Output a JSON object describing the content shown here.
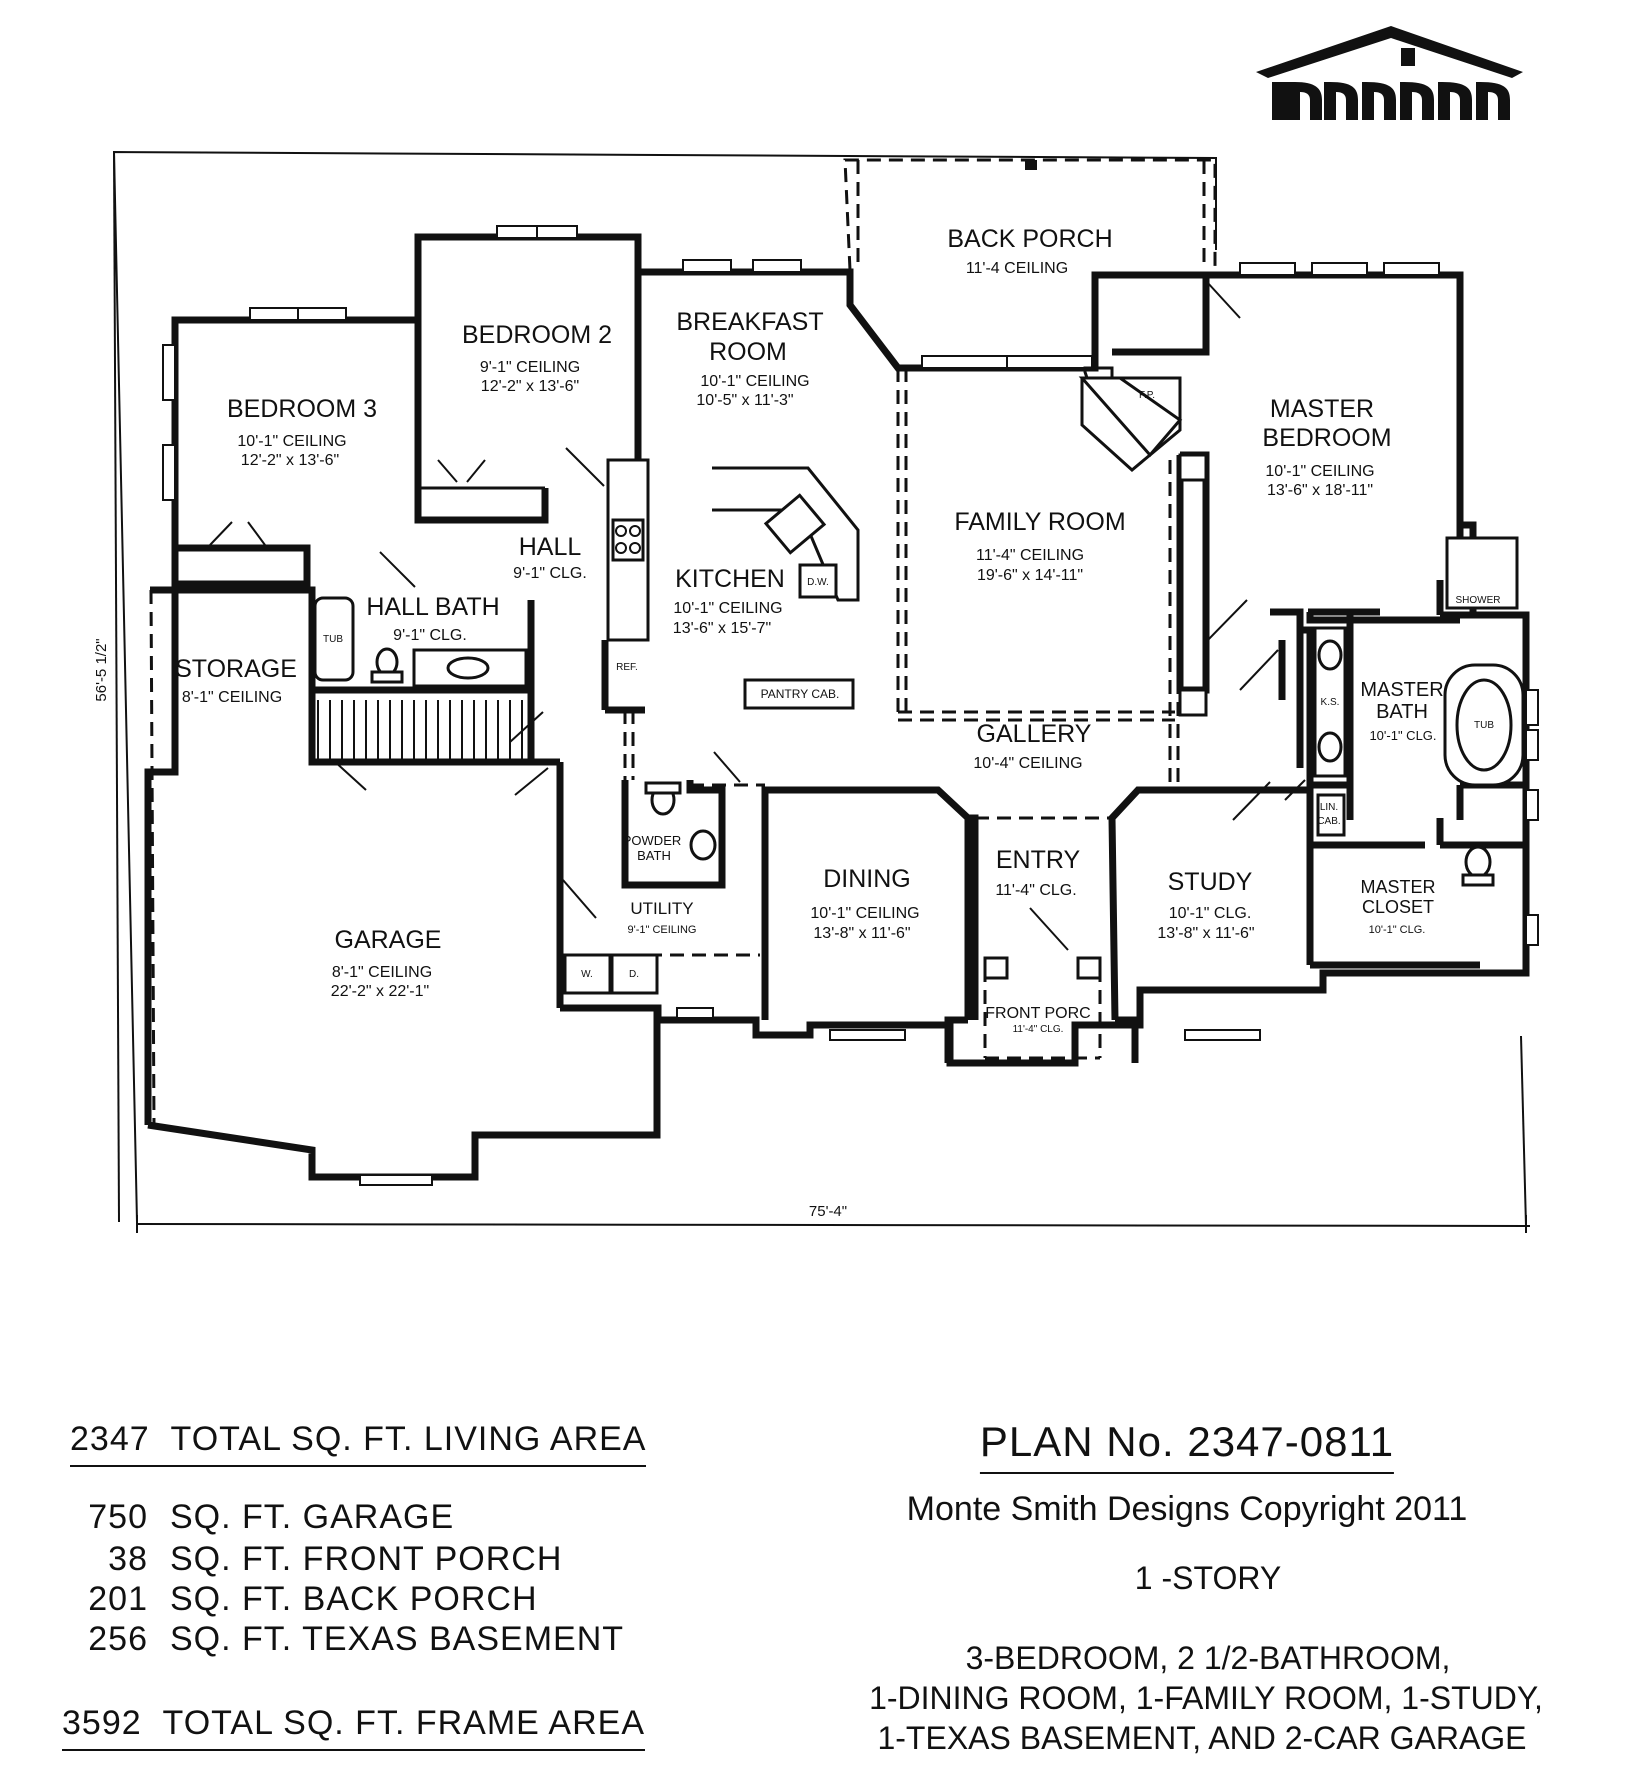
{
  "rooms": {
    "back_porch": {
      "name": "BACK PORCH",
      "ceiling": "11'-4 CEILING"
    },
    "breakfast": {
      "name1": "BREAKFAST",
      "name2": "ROOM",
      "ceiling": "10'-1\" CEILING",
      "size": "10'-5\" x 11'-3\""
    },
    "bedroom2": {
      "name": "BEDROOM 2",
      "ceiling": "9'-1\" CEILING",
      "size": "12'-2\" x 13'-6\""
    },
    "bedroom3": {
      "name": "BEDROOM 3",
      "ceiling": "10'-1\" CEILING",
      "size": "12'-2\" x 13'-6\""
    },
    "master_bedroom": {
      "name1": "MASTER",
      "name2": "BEDROOM",
      "ceiling": "10'-1\" CEILING",
      "size": "13'-6\" x 18'-11\""
    },
    "family_room": {
      "name": "FAMILY ROOM",
      "ceiling": "11'-4\" CEILING",
      "size": "19'-6\" x 14'-11\""
    },
    "hall": {
      "name": "HALL",
      "ceiling": "9'-1\" CLG."
    },
    "hall_bath": {
      "name": "HALL BATH",
      "ceiling": "9'-1\" CLG."
    },
    "kitchen": {
      "name": "KITCHEN",
      "ceiling": "10'-1\" CEILING",
      "size": "13'-6\" x 15'-7\""
    },
    "storage": {
      "name": "STORAGE",
      "ceiling": "8'-1\" CEILING"
    },
    "gallery": {
      "name": "GALLERY",
      "ceiling": "10'-4\" CEILING"
    },
    "master_bath": {
      "name1": "MASTER",
      "name2": "BATH",
      "ceiling": "10'-1\" CLG."
    },
    "powder_bath": {
      "name1": "POWDER",
      "name2": "BATH"
    },
    "utility": {
      "name": "UTILITY",
      "ceiling": "9'-1\" CEILING"
    },
    "dining": {
      "name": "DINING",
      "ceiling": "10'-1\" CEILING",
      "size": "13'-8\" x 11'-6\""
    },
    "entry": {
      "name": "ENTRY",
      "ceiling": "11'-4\" CLG."
    },
    "study": {
      "name": "STUDY",
      "ceiling": "10'-1\" CLG.",
      "size": "13'-8\" x 11'-6\""
    },
    "master_closet": {
      "name1": "MASTER",
      "name2": "CLOSET",
      "ceiling": "10'-1\" CLG."
    },
    "garage": {
      "name": "GARAGE",
      "ceiling": "8'-1\" CEILING",
      "size": "22'-2\" x 22'-1\""
    },
    "front_porch": {
      "name": "FRONT PORC",
      "ceiling": "11'-4\" CLG."
    }
  },
  "fixtures": {
    "tub": "TUB",
    "ref": "REF.",
    "dw": "D.W.",
    "pantry": "PANTRY CAB.",
    "fp": "F.P.",
    "shower": "SHOWER",
    "ks": "K.S.",
    "lin_cab1": "LIN.",
    "lin_cab2": "CAB.",
    "washer": "W.",
    "dryer": "D."
  },
  "dimensions": {
    "width": "75'-4\"",
    "depth": "56'-5 1/2\""
  },
  "areas": {
    "living": {
      "value": "2347",
      "label": "TOTAL SQ. FT. LIVING AREA"
    },
    "garage": {
      "value": "750",
      "label": "SQ. FT. GARAGE"
    },
    "front_porch": {
      "value": "38",
      "label": "SQ. FT. FRONT PORCH"
    },
    "back_porch": {
      "value": "201",
      "label": "SQ. FT. BACK PORCH"
    },
    "texas_basement": {
      "value": "256",
      "label": "SQ. FT. TEXAS BASEMENT"
    },
    "frame": {
      "value": "3592",
      "label": "TOTAL SQ. FT. FRAME AREA"
    }
  },
  "plan": {
    "number": "PLAN No. 2347-0811",
    "copyright": "Monte Smith Designs Copyright 2011",
    "stories": "1 -STORY",
    "desc1": "3-BEDROOM, 2 1/2-BATHROOM,",
    "desc2": "1-DINING ROOM, 1-FAMILY ROOM, 1-STUDY,",
    "desc3": "1-TEXAS BASEMENT, AND 2-CAR GARAGE"
  }
}
